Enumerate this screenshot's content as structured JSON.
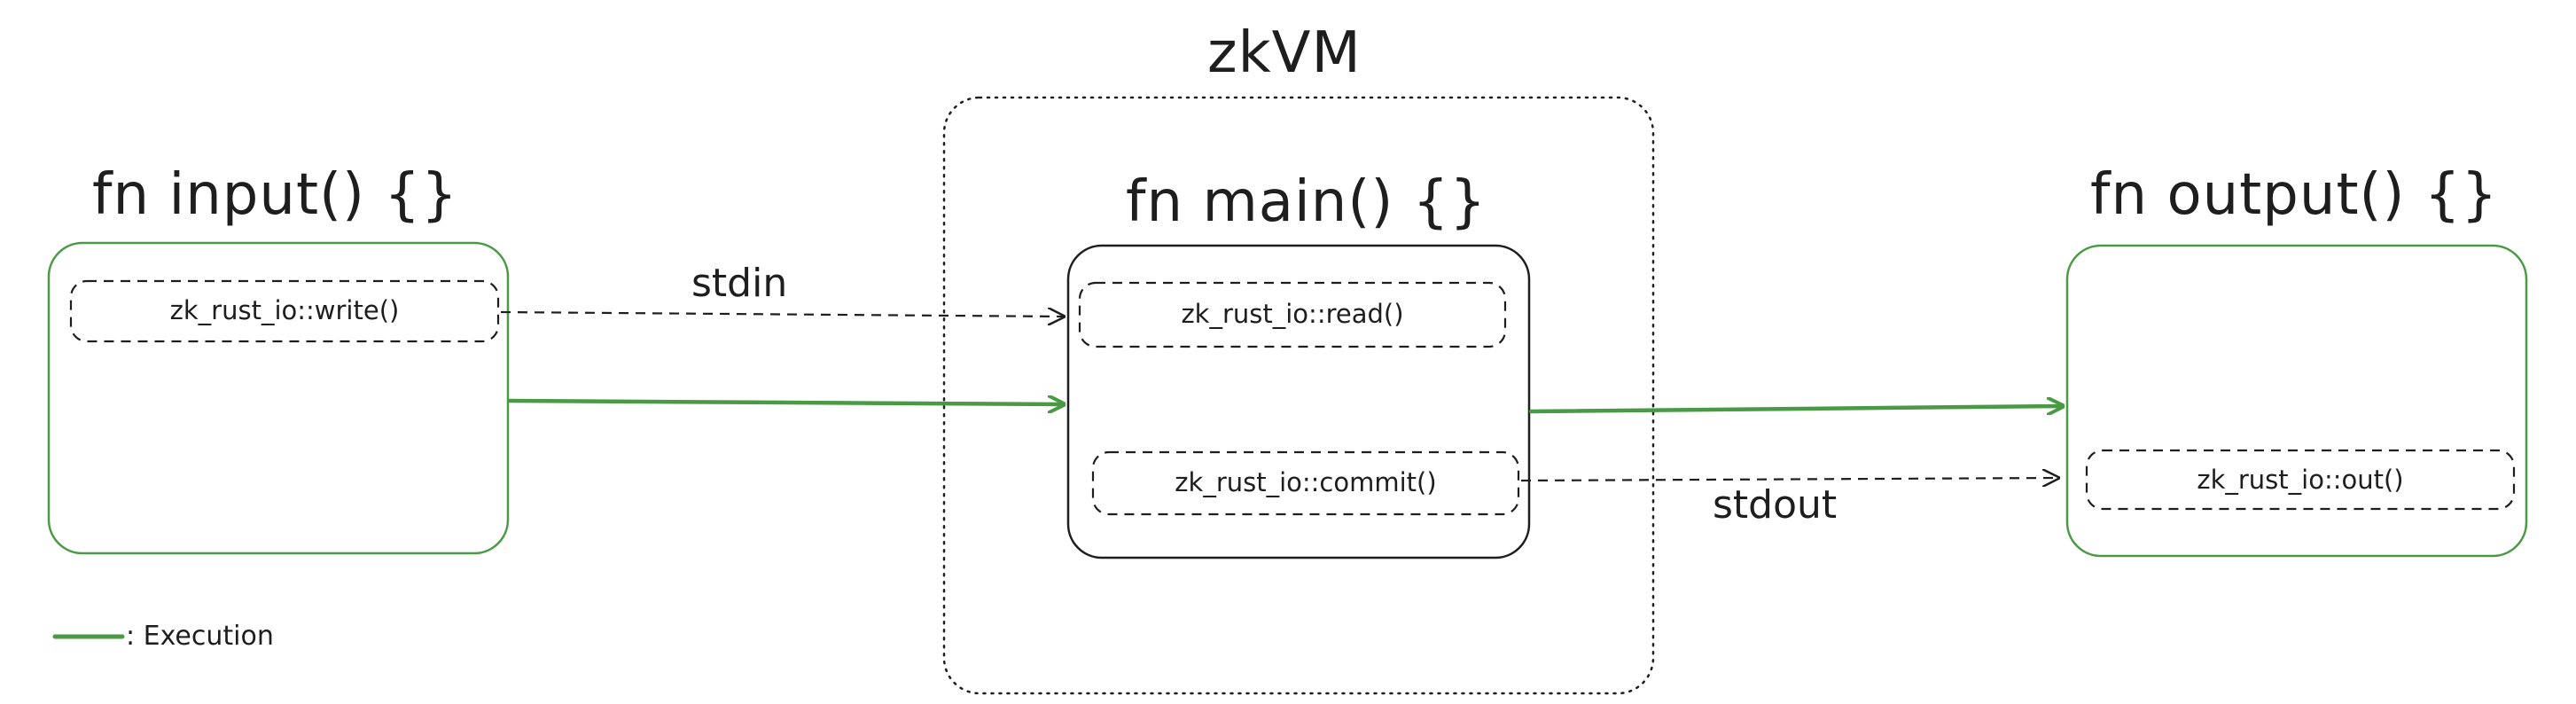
{
  "diagram": {
    "zkvm_label": "zkVM",
    "input_fn": {
      "title": "fn input() {}",
      "call": "zk_rust_io::write()"
    },
    "main_fn": {
      "title": "fn main() {}",
      "read_call": "zk_rust_io::read()",
      "commit_call": "zk_rust_io::commit()"
    },
    "output_fn": {
      "title": "fn output() {}",
      "call": "zk_rust_io::out()"
    },
    "edges": {
      "stdin": "stdin",
      "stdout": "stdout"
    },
    "legend": {
      "label": ": Execution"
    },
    "colors": {
      "execution_green": "#4a9a45",
      "ink": "#1e1e1e"
    }
  }
}
